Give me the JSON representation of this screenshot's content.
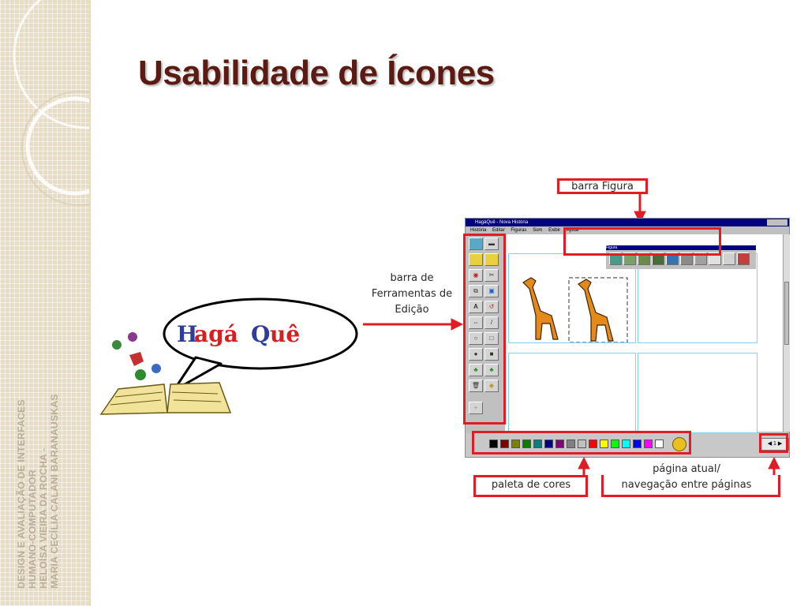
{
  "slide": {
    "title": "Usabilidade de Ícones",
    "side_text": [
      "DESIGN E AVALIAÇÃO DE  INTERFACES",
      "HUMANO-COMPUTADOR",
      "HELOÍSA VIEIRA DA ROCHA -",
      "MARIA CECÍLIA CALANI BARANAUSKAS"
    ]
  },
  "logo": {
    "text": "HagáQuê"
  },
  "callouts": {
    "figura": "barra Figura",
    "ferramentas": [
      "barra de",
      "Ferramentas de",
      "Edição"
    ],
    "paleta": "paleta de cores",
    "pagina": [
      "página atual/",
      "navegação entre páginas"
    ]
  },
  "app_window": {
    "title": "HagáQuê - Nova História",
    "menu": [
      "História",
      "Editar",
      "Figuras",
      "Som",
      "Exibir",
      "Ajuda"
    ],
    "figure_bar_title": "Figura",
    "page_number": "1"
  },
  "colors": {
    "title": "#5b1a12",
    "callout_red": "#e01c24",
    "palette": [
      "#000000",
      "#800000",
      "#808000",
      "#008000",
      "#008080",
      "#000080",
      "#800080",
      "#808080",
      "#c0c0c0",
      "#ff0000",
      "#ffff00",
      "#00ff00",
      "#00ffff",
      "#0000ff",
      "#ff00ff",
      "#ffffff"
    ]
  }
}
